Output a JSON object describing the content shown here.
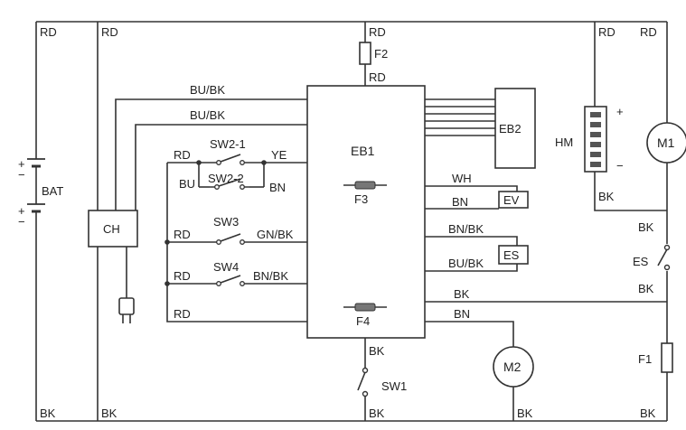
{
  "colors": {
    "wire": "#333333",
    "background": "#ffffff",
    "text": "#222222"
  },
  "labels": {
    "rd_tl": "RD",
    "rd_tl2": "RD",
    "rd_f2_top": "RD",
    "f2": "F2",
    "rd_f2_bottom": "RD",
    "rd_tr1": "RD",
    "rd_tr2": "RD",
    "bu_bk_1": "BU/BK",
    "bu_bk_2": "BU/BK",
    "eb1": "EB1",
    "eb2": "EB2",
    "f3": "F3",
    "f4": "F4",
    "hm": "HM",
    "hm_plus": "+",
    "hm_minus": "−",
    "m1": "M1",
    "m2": "M2",
    "bat": "BAT",
    "bat_plus1": "+",
    "bat_minus1": "−",
    "bat_plus2": "+",
    "bat_minus2": "−",
    "ch": "CH",
    "rd_sw2": "RD",
    "sw2_1": "SW2-1",
    "ye": "YE",
    "bu": "BU",
    "sw2_2": "SW2-2",
    "bn_sw2": "BN",
    "rd_sw3": "RD",
    "sw3": "SW3",
    "gn_bk": "GN/BK",
    "rd_sw4": "RD",
    "sw4": "SW4",
    "bn_bk_sw4": "BN/BK",
    "rd_plug": "RD",
    "wh": "WH",
    "bn_ev": "BN",
    "ev": "EV",
    "bn_bk_es": "BN/BK",
    "es_box": "ES",
    "bu_bk_es": "BU/BK",
    "bk_hm": "BK",
    "bk_m1": "BK",
    "es_right": "ES",
    "bk_es_right": "BK",
    "bk_mid": "BK",
    "bn_m2": "BN",
    "f1": "F1",
    "bk_eb1": "BK",
    "sw1": "SW1",
    "bk_b1": "BK",
    "bk_b2": "BK",
    "bk_b3": "BK",
    "bk_b4": "BK",
    "bk_b5": "BK"
  }
}
